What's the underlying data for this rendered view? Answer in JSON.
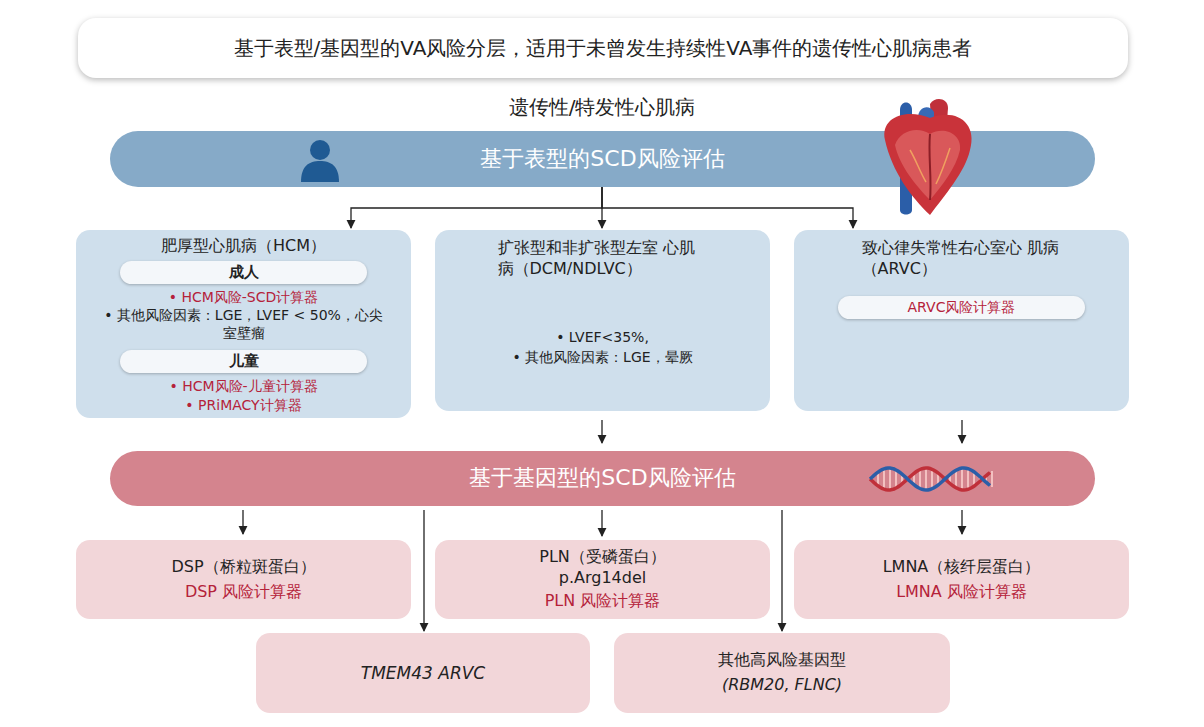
{
  "diagram": {
    "title": "基于表型/基因型的VA风险分层，适用于未曾发生持续性VA事件的遗传性心肌病患者",
    "nodes": [
      {
        "text": [
          "基于表型的SCD风险评估"
        ]
      },
      {
        "text": [
          "肥厚型心肌病（HCM）",
          "• HCM风险-SCD计算器",
          "• 其他风险因素：LGE，LVEF < 50%，心尖室壁瘤",
          "• HCM风险-儿童计算器",
          "• PRiMACY计算器"
        ]
      },
      {
        "text": [
          "成人"
        ],
        "in": 1
      },
      {
        "text": [
          "儿童"
        ],
        "in": 1
      },
      {
        "text": [
          "扩张型和非扩张型左室 心肌病（DCM/NDLVC）",
          "• LVEF<35%,",
          "• 其他风险因素：LGE，晕厥"
        ]
      },
      {
        "text": [
          "致心律失常性右心室心 肌病（ARVC）"
        ]
      },
      {
        "text": [
          "ARVC风险计算器"
        ],
        "in": 5
      },
      {
        "text": [
          "基于基因型的SCD风险评估"
        ]
      },
      {
        "text": [
          "DSP（桥粒斑蛋白）",
          "DSP 风险计算器"
        ]
      },
      {
        "text": [
          "PLN（受磷蛋白）",
          "p.Arg14del",
          "PLN 风险计算器"
        ]
      },
      {
        "text": [
          "LMNA（核纤层蛋白）",
          "LMNA 风险计算器"
        ]
      },
      {
        "text": [
          "TMEM43 ARVC"
        ]
      },
      {
        "text": [
          "其他高风险基因型",
          "(RBM20, FLNC)"
        ]
      }
    ],
    "edges": [
      {
        "from": 0,
        "to": 1,
        "arrow": "to"
      },
      {
        "from": 0,
        "to": 4,
        "arrow": "to"
      },
      {
        "from": 0,
        "to": 5,
        "arrow": "to"
      },
      {
        "from": 4,
        "to": 7,
        "arrow": "to"
      },
      {
        "from": 5,
        "to": 7,
        "arrow": "to"
      },
      {
        "from": 7,
        "to": 8,
        "arrow": "to"
      },
      {
        "from": 7,
        "to": 11,
        "arrow": "to"
      },
      {
        "from": 7,
        "to": 9,
        "arrow": "to"
      },
      {
        "from": 7,
        "to": 12,
        "arrow": "to"
      },
      {
        "from": 7,
        "to": 10,
        "arrow": "to"
      }
    ],
    "labels": [
      "遗传性/特发性心肌病"
    ]
  }
}
